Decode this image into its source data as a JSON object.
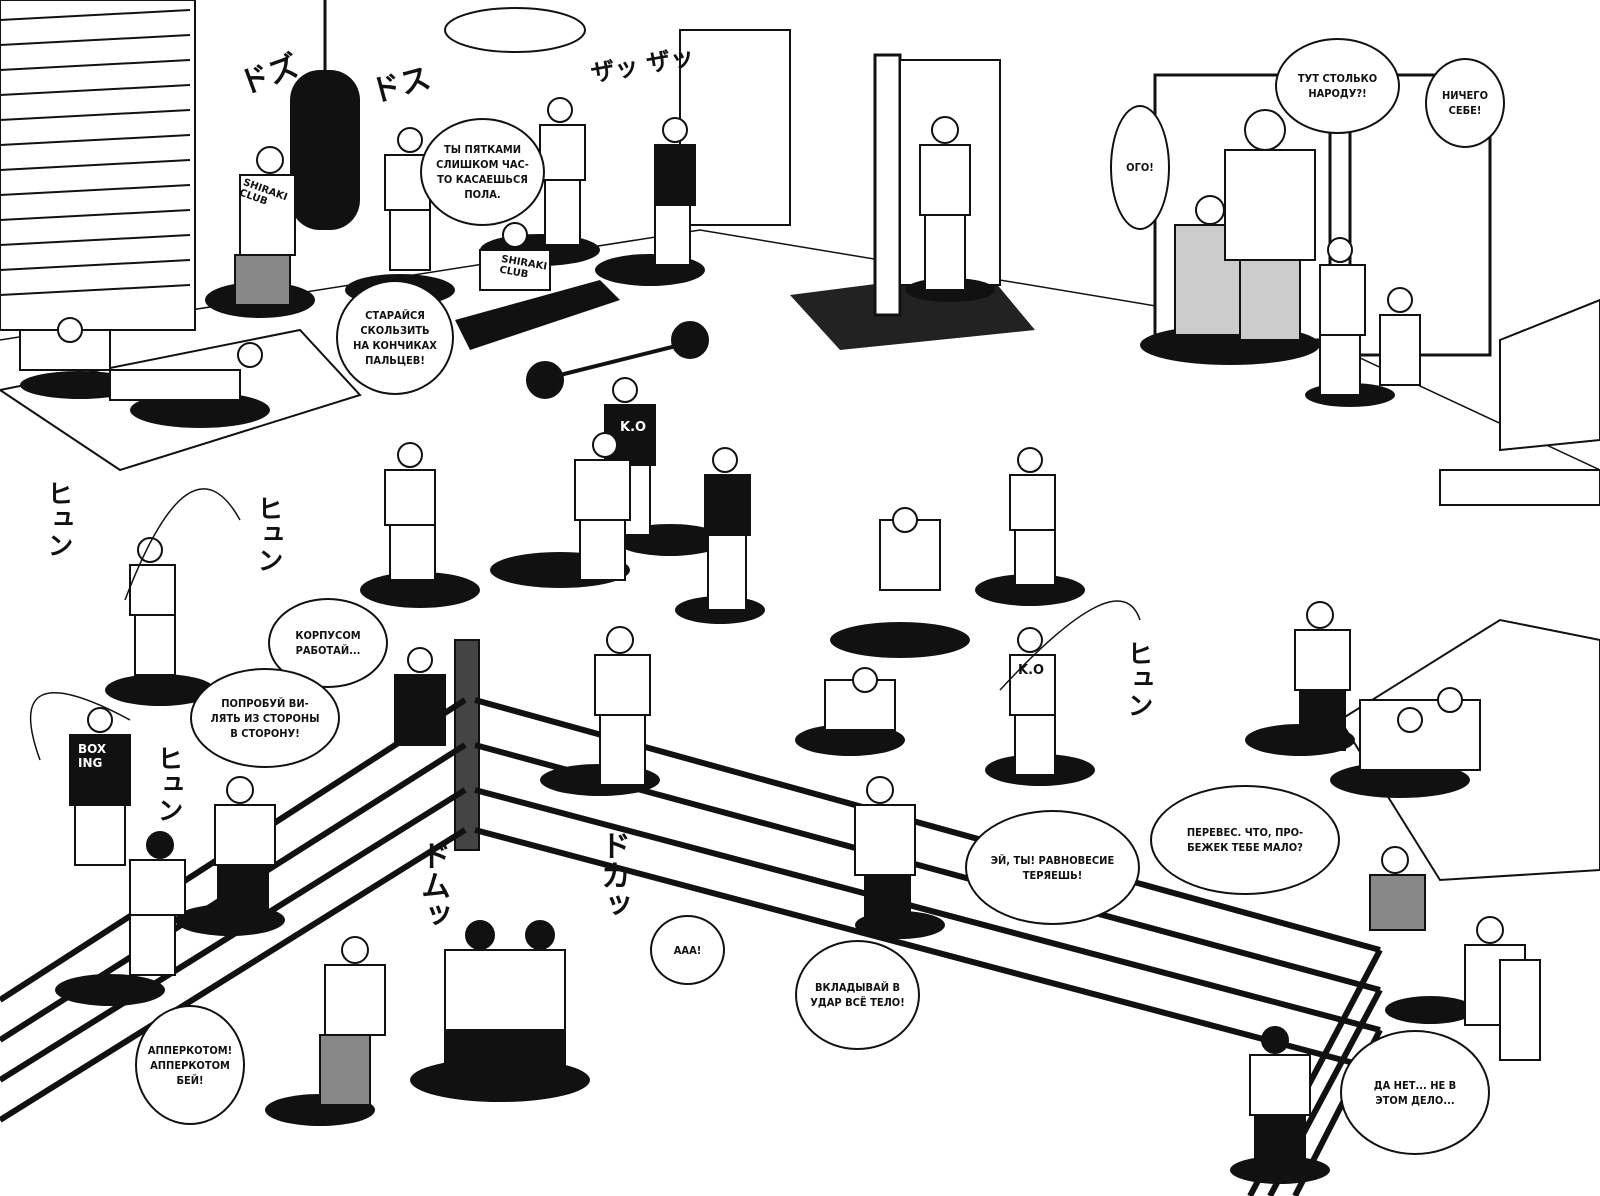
{
  "bubbles": {
    "heels": "ТЫ ПЯТКАМИ\nСЛИШКОМ ЧАС-\nТО КАСАЕШЬСЯ\nПОЛА.",
    "glide": "СТАРАЙСЯ\nСКОЛЬЗИТЬ\nНА КОНЧИКАХ\nПАЛЬЦЕВ!",
    "ogo": "ОГО!",
    "crowded": "ТУТ СТОЛЬКО\nНАРОДУ?!",
    "nothing": "НИЧЕГО\nСЕБЕ!",
    "body": "КОРПУСОМ\nРАБОТАЙ...",
    "weave": "ПОПРОБУЙ ВИ-\nЛЯТЬ ИЗ СТОРОНЫ\nВ СТОРОНУ!",
    "balance": "ЭЙ, ТЫ! РАВНОВЕСИЕ\nТЕРЯЕШЬ!",
    "overweight": "ПЕРЕВЕС. ЧТО, ПРО-\nБЕЖЕК ТЕБЕ МАЛО?",
    "aaa": "ААА!",
    "wholebody": "ВКЛАДЫВАЙ В\nУДАР ВСЁ ТЕЛО!",
    "uppercut": "АППЕРКОТОМ!\nАППЕРКОТОМ\nБЕЙ!",
    "notthat": "ДА НЕТ... НЕ В\nЭТОМ ДЕЛО..."
  },
  "prints": {
    "shirt_club1": "SHIRAKI\nCLUB",
    "shirt_club2": "SHIRAKI\nCLUB",
    "shirt_ko1": "K.O",
    "shirt_ko2": "K.O",
    "shirt_boxing": "BOX\nING"
  },
  "sfx": {
    "bag_hit": "ドズ",
    "bag_hit2": "ドス",
    "rope1": "ヒュン",
    "rope2": "ヒュン",
    "rope3": "ヒュン",
    "rope4": "ヒュン",
    "ring_hit": "ドムッ",
    "ring_hit2": "ドカッ",
    "shuffle": "ザッ ザッ"
  }
}
